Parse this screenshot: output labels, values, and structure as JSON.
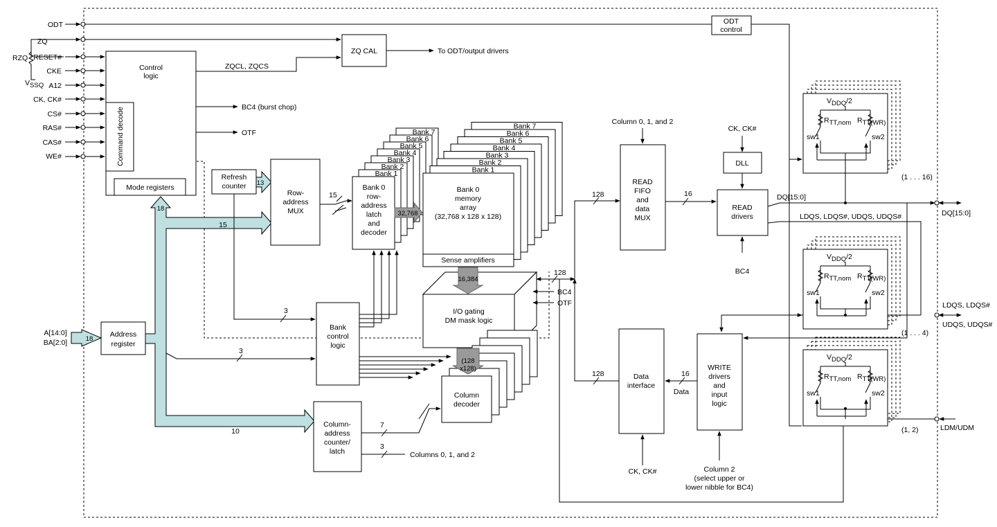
{
  "pins": {
    "odt": "ODT",
    "zq": "ZQ",
    "rzq": "RZQ",
    "reset": "RESET#",
    "cke": "CKE",
    "a12": "A12",
    "ck": "CK, CK#",
    "cs": "CS#",
    "ras": "RAS#",
    "cas": "CAS#",
    "we": "WE#",
    "vssq": "V",
    "vssq_sub": "SSQ",
    "addr_a": "A[14:0]",
    "addr_ba": "BA[2:0]"
  },
  "blocks": {
    "control_logic": [
      "Control",
      "logic"
    ],
    "command_decode": "Command decode",
    "mode_registers": "Mode registers",
    "zq_cal": "ZQ CAL",
    "odt_control": [
      "ODT",
      "control"
    ],
    "refresh_counter": [
      "Refresh",
      "counter"
    ],
    "row_mux": [
      "Row-",
      "address",
      "MUX"
    ],
    "bank0_latch": [
      "Bank 0",
      "row-",
      "address",
      "latch",
      "and",
      "decoder"
    ],
    "bank0_array": [
      "Bank 0",
      "memory",
      "array",
      "(32,768 x 128 x 128)"
    ],
    "sense_amps": "Sense amplifiers",
    "io_gating": [
      "I/O gating",
      "DM mask logic"
    ],
    "bank_control": [
      "Bank",
      "control",
      "logic"
    ],
    "address_register": [
      "Address",
      "register"
    ],
    "column_counter": [
      "Column-",
      "address",
      "counter/",
      "latch"
    ],
    "column_decoder": [
      "Column",
      "decoder"
    ],
    "read_fifo": [
      "READ",
      "FIFO",
      "and",
      "data",
      "MUX"
    ],
    "dll": "DLL",
    "read_drivers": [
      "READ",
      "drivers"
    ],
    "data_interface": [
      "Data",
      "interface"
    ],
    "write_drivers": [
      "WRITE",
      "drivers",
      "and",
      "input",
      "logic"
    ]
  },
  "bank_labels": [
    "Bank 1",
    "Bank 2",
    "Bank 3",
    "Bank 4",
    "Bank 5",
    "Bank 6",
    "Bank 7"
  ],
  "signals": {
    "to_odt": "To ODT/output drivers",
    "zqcl": "ZQCL, ZQCS",
    "bc4_burst": "BC4 (burst chop)",
    "otf": "OTF",
    "col012_top": "Column 0, 1, and 2",
    "ck_top": "CK, CK#",
    "ck_bottom": "CK, CK#",
    "bc4": "BC4",
    "bc4_io": "BC4",
    "otf_io": "OTF",
    "dq_internal": "DQ[15:0]",
    "dq_pin": "DQ[15:0]",
    "strobes": "LDQS, LDQS#, UDQS, UDQS#",
    "ldqs_pin": "LDQS, LDQS#",
    "udqs_pin": "UDQS, UDQS#",
    "ldm_pin": "LDM/UDM",
    "data": "Data",
    "col_bottom": "Columns 0, 1, and 2",
    "col2": [
      "Column 2",
      "(select upper or",
      "lower nibble for BC4)"
    ]
  },
  "bus_widths": {
    "b13": "13",
    "b15a": "15",
    "b15b": "15",
    "b18a": "18",
    "b18b": "18",
    "b32768": "32,768",
    "b16384": "16,384",
    "b128x128": [
      "(128",
      "x128)"
    ],
    "b128a": "128",
    "b128b": "128",
    "b128c": "128",
    "b16a": "16",
    "b16b": "16",
    "b3a": "3",
    "b3b": "3",
    "b3c": "3",
    "b7": "7",
    "b10": "10"
  },
  "odt_ckts": [
    {
      "vddq": "V",
      "vddq_sub": "DDQ",
      "vddq_tail": "/2",
      "rtt": "R",
      "rtt_nom_sub": "TT,nom",
      "rtt_wr_sub": "TT(WR)",
      "sw1": "sw1",
      "sw2": "sw2",
      "count": "(1 . . . 16)"
    },
    {
      "vddq": "V",
      "vddq_sub": "DDQ",
      "vddq_tail": "/2",
      "rtt": "R",
      "rtt_nom_sub": "TT,nom",
      "rtt_wr_sub": "TT(WR)",
      "sw1": "sw1",
      "sw2": "sw2",
      "count": "(1 . . . 4)"
    },
    {
      "vddq": "V",
      "vddq_sub": "DDQ",
      "vddq_tail": "/2",
      "rtt": "R",
      "rtt_nom_sub": "TT,nom",
      "rtt_wr_sub": "TT(WR)",
      "sw1": "sw1",
      "sw2": "sw2",
      "count": "(1, 2)"
    }
  ]
}
